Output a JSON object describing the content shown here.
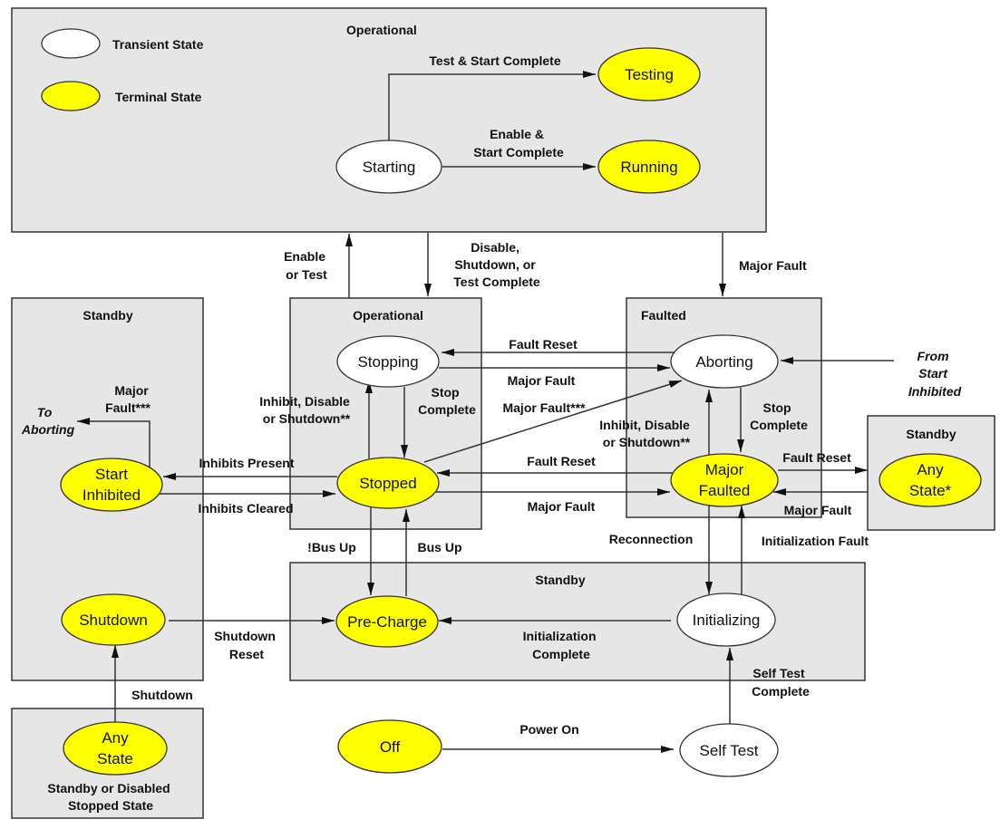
{
  "colors": {
    "terminal": "#ffff00",
    "transient": "#ffffff",
    "group": "#e6e6e6",
    "line": "#333333"
  },
  "legend": {
    "transient": "Transient State",
    "terminal": "Terminal State"
  },
  "groups": {
    "operational_top": "Operational",
    "standby_left": "Standby",
    "operational_mid": "Operational",
    "faulted": "Faulted",
    "standby_right": "Standby",
    "standby_bottom": "Standby",
    "stopped_state_box": [
      "Standby or Disabled",
      "Stopped State"
    ]
  },
  "states": {
    "starting": [
      "Starting"
    ],
    "testing": [
      "Testing"
    ],
    "running": [
      "Running"
    ],
    "stopping": [
      "Stopping"
    ],
    "stopped": [
      "Stopped"
    ],
    "aborting": [
      "Aborting"
    ],
    "major_faulted": [
      "Major",
      "Faulted"
    ],
    "start_inhibited": [
      "Start",
      "Inhibited"
    ],
    "shutdown": [
      "Shutdown"
    ],
    "any_state_bottom": [
      "Any",
      "State"
    ],
    "any_state_right": [
      "Any",
      "State*"
    ],
    "pre_charge": [
      "Pre-Charge"
    ],
    "initializing": [
      "Initializing"
    ],
    "off": [
      "Off"
    ],
    "self_test": [
      "Self Test"
    ]
  },
  "transitions": {
    "test_start_complete": [
      "Test & Start Complete"
    ],
    "enable_start_complete": [
      "Enable &",
      "Start Complete"
    ],
    "enable_or_test": [
      "Enable",
      "or Test"
    ],
    "disable_shutdown_test": [
      "Disable,",
      "Shutdown, or",
      "Test Complete"
    ],
    "major_fault_top": [
      "Major Fault"
    ],
    "fault_reset_stopping": [
      "Fault Reset"
    ],
    "major_fault_stopping": [
      "Major Fault"
    ],
    "major_fault_stopped_diag": [
      "Major Fault***"
    ],
    "fault_reset_stopped": [
      "Fault Reset"
    ],
    "major_fault_stopped": [
      "Major Fault"
    ],
    "inhibit_mid": [
      "Inhibit, Disable",
      "or Shutdown**"
    ],
    "stop_complete_mid": [
      "Stop",
      "Complete"
    ],
    "inhibit_faulted": [
      "Inhibit, Disable",
      "or Shutdown**"
    ],
    "stop_complete_faulted": [
      "Stop",
      "Complete"
    ],
    "from_start_inhibited": [
      "From",
      "Start",
      "Inhibited"
    ],
    "fault_reset_any": [
      "Fault Reset"
    ],
    "major_fault_any": [
      "Major Fault"
    ],
    "major_fault_inhibited": [
      "Major",
      "Fault***"
    ],
    "to_aborting": [
      "To",
      "Aborting"
    ],
    "inhibits_present": [
      "Inhibits Present"
    ],
    "inhibits_cleared": [
      "Inhibits Cleared"
    ],
    "not_bus_up": [
      "!Bus Up"
    ],
    "bus_up": [
      "Bus Up"
    ],
    "reconnection": [
      "Reconnection"
    ],
    "initialization_fault": [
      "Initialization Fault"
    ],
    "shutdown_reset": [
      "Shutdown",
      "Reset"
    ],
    "initialization_complete": [
      "Initialization",
      "Complete"
    ],
    "shutdown": [
      "Shutdown"
    ],
    "self_test_complete": [
      "Self Test",
      "Complete"
    ],
    "power_on": [
      "Power On"
    ]
  }
}
